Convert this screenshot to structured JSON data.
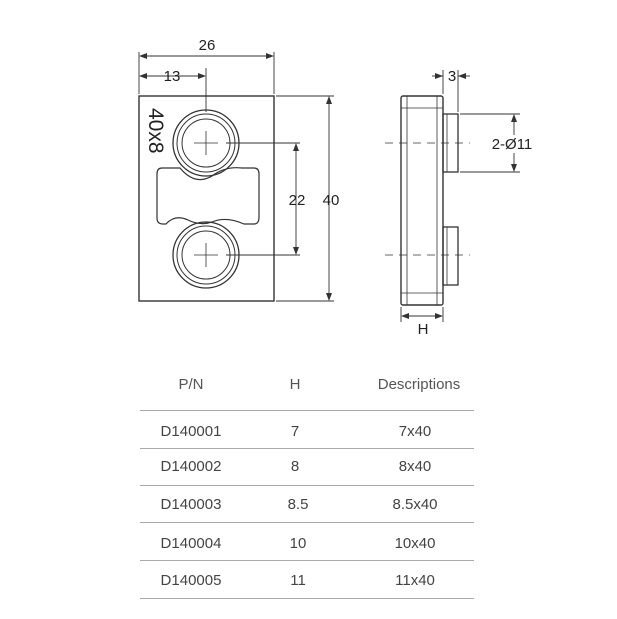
{
  "drawing": {
    "dims": {
      "width": "26",
      "offset": "13",
      "height": "40",
      "spacing": "22",
      "thickness": "3",
      "holes": "2-Ø11",
      "side_h": "H"
    },
    "marking": "40x8"
  },
  "table": {
    "headers": {
      "pn": "P/N",
      "h": "H",
      "desc": "Descriptions"
    },
    "rows": [
      {
        "pn": "D140001",
        "h": "7",
        "desc": "7x40"
      },
      {
        "pn": "D140002",
        "h": "8",
        "desc": "8x40"
      },
      {
        "pn": "D140003",
        "h": "8.5",
        "desc": "8.5x40"
      },
      {
        "pn": "D140004",
        "h": "10",
        "desc": "10x40"
      },
      {
        "pn": "D140005",
        "h": "11",
        "desc": "11x40"
      }
    ]
  }
}
